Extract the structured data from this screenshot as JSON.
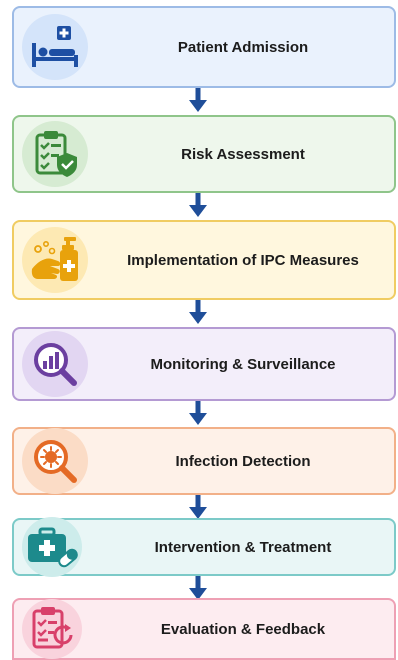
{
  "steps": [
    {
      "label": "Patient Admission",
      "icon": "hospital-bed-icon",
      "border": "#9dbbe6",
      "fill": "#eaf2fd",
      "circle": "#d4e4fa",
      "accent": "#1e4fa3"
    },
    {
      "label": "Risk Assessment",
      "icon": "checklist-shield-icon",
      "border": "#8fc58a",
      "fill": "#eef7ec",
      "circle": "#d6ebd2",
      "accent": "#3b8a3a"
    },
    {
      "label": "Implementation of IPC Measures",
      "icon": "handwash-sanitizer-icon",
      "border": "#f0cc62",
      "fill": "#fff7de",
      "circle": "#fde9b3",
      "accent": "#e8a20c"
    },
    {
      "label": "Monitoring & Surveillance",
      "icon": "magnifier-chart-icon",
      "border": "#b49ad3",
      "fill": "#f3eefa",
      "circle": "#e2d6f2",
      "accent": "#6b3fa0"
    },
    {
      "label": "Infection Detection",
      "icon": "magnifier-germ-icon",
      "border": "#f2b088",
      "fill": "#fef1e8",
      "circle": "#fbdcc6",
      "accent": "#e46a25"
    },
    {
      "label": "Intervention & Treatment",
      "icon": "medkit-pill-icon",
      "border": "#7ccac8",
      "fill": "#e9f6f6",
      "circle": "#cdeceb",
      "accent": "#1d8a8c"
    },
    {
      "label": "Evaluation & Feedback",
      "icon": "clipboard-cycle-icon",
      "border": "#eea0b4",
      "fill": "#fdecf0",
      "circle": "#f9d3dd",
      "accent": "#d8406a"
    }
  ],
  "colors": {
    "arrow": "#1f4e99"
  }
}
